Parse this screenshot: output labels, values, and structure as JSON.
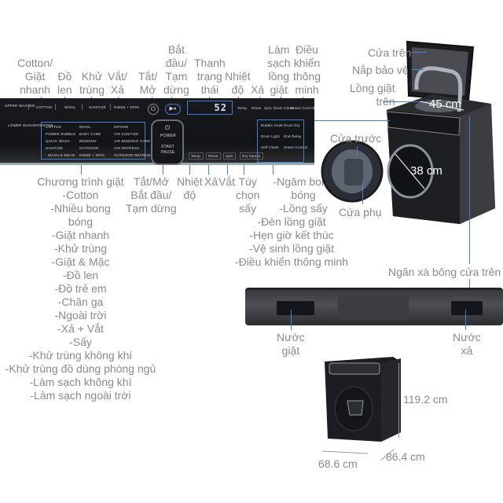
{
  "top_labels": {
    "cotton_quick": [
      "Cotton/",
      "Giặt",
      "nhanh"
    ],
    "wool": [
      "Đồ",
      "len"
    ],
    "sanitize": [
      "Khử",
      "trùng"
    ],
    "rinse_spin": [
      "Vắt/",
      "Xả"
    ],
    "power": [
      "Tắt/",
      "Mở"
    ],
    "start_pause": [
      "Bắt",
      "đầu/",
      "Tạm",
      "dừng"
    ],
    "status_bar": [
      "Thanh",
      "trạng",
      "thái"
    ],
    "temp": [
      "Nhiệt",
      "độ"
    ],
    "rinse": [
      "Xả"
    ],
    "drum_clean": [
      "Làm",
      "sạch",
      "lồng",
      "giặt"
    ],
    "smart_control": [
      "Điều",
      "khiển",
      "thông",
      "minh"
    ]
  },
  "bottom_labels": {
    "programs_title": "Chương trình giặt",
    "programs": [
      "-Cotton",
      "-Nhiều bong",
      "bóng",
      "-Giặt nhanh",
      "-Khử trùng",
      "-Giặt & Mặc",
      "-Đồ len",
      "-Đồ trẻ em",
      "-Chăn ga",
      "-Ngoài trời",
      "-Xả + Vắt",
      "-Sấy",
      "-Khử trùng không khí",
      "-Khử trùng đồ dùng phòng ngủ",
      "-Làm sạch không khí",
      "-Làm sạch ngoài trời"
    ],
    "power_start": [
      "Tắt/Mở",
      "Bắt đầu/",
      "Tạm dừng"
    ],
    "temp": [
      "Nhiệt",
      "độ"
    ],
    "rinse": "Xả",
    "spin": "Vắt",
    "dry_option": [
      "Tùy",
      "chọn",
      "sấy"
    ],
    "options": [
      "-Ngâm bong",
      "bóng",
      "-Lồng sấy",
      "-Đèn lồng giặt",
      "-Hẹn giờ kết thúc",
      "-Vệ sinh lồng giặt",
      "-Điều khiển thông minh"
    ]
  },
  "machine_labels": {
    "top_door": "Cửa trên",
    "protect_lid": "Nắp bảo vệ",
    "top_drum": [
      "Lồng giặt",
      "trên"
    ],
    "top_drum_size": "45 cm",
    "front_door": "Cửa trước",
    "front_drum_size": "38 cm",
    "sub_door": "Cửa phụ",
    "detergent_drawer": "Ngăn xà bông cửa trên",
    "detergent": [
      "Nước",
      "giặt"
    ],
    "softener": [
      "Nước",
      "xả"
    ]
  },
  "dimensions": {
    "height": "119.2 cm",
    "depth": "86.4 cm",
    "width": "68.6 cm"
  },
  "panel": {
    "upper_washer": "UPPER WASHER",
    "lower_washer": "LOWER WASHER/DRYER",
    "top_programs": [
      "COTTON",
      "WOOL",
      "SANITIZE",
      "RINSE + SPIN"
    ],
    "programs_col1": [
      "COTTON",
      "POWER BUBBLE",
      "QUICK WASH",
      "SANITIZE",
      "WASH & WEAR"
    ],
    "programs_col2": [
      "WOOL",
      "BABY CARE",
      "BEDDING",
      "OUTDOOR",
      "RINSE + SPIN"
    ],
    "programs_col3": [
      "DRYING",
      "AIR SANITIZE",
      "AIR BEDDING CARE",
      "AIR REFRESH",
      "OUTDOOR REFRESH"
    ],
    "power": "POWER",
    "start_pause": [
      "START",
      "PAUSE"
    ],
    "display_value": "52",
    "top_buttons": [
      "Temp.",
      "Rinse",
      "Spin",
      "Drum Clean",
      "Smart Control"
    ],
    "bottom_buttons": [
      "Temp.",
      "Rinse",
      "Spin",
      "Dry Option"
    ],
    "options": [
      "Bubble Soak",
      "Drum Dry",
      "Drum Light",
      "End Delay",
      "Self Clean",
      "Smart Control"
    ]
  }
}
